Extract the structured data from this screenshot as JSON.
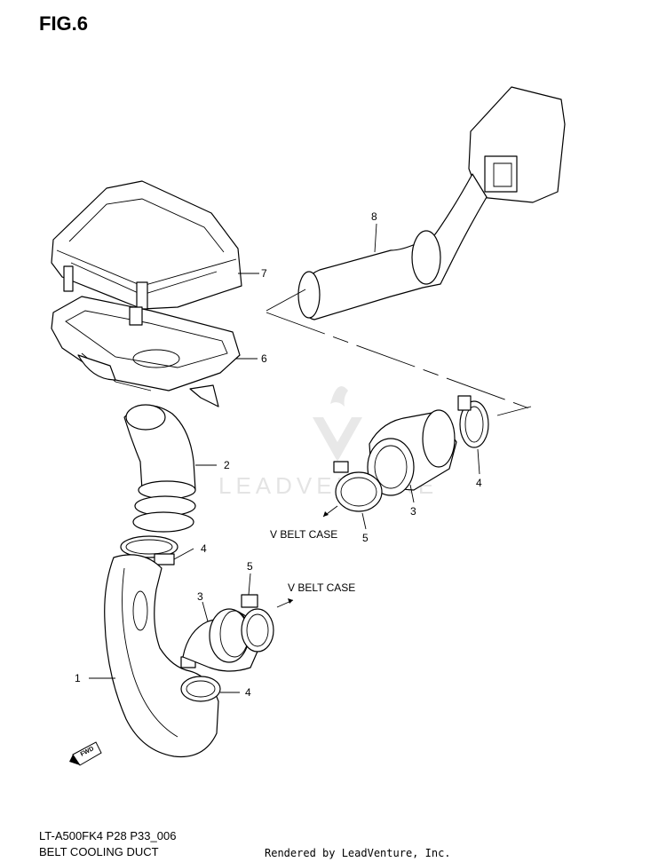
{
  "figure": {
    "title": "FIG.6",
    "code": "LT-A500FK4 P28 P33_006",
    "name": "BELT COOLING DUCT",
    "credit": "Rendered by LeadVenture, Inc.",
    "watermark": "LEADVENTURE"
  },
  "callouts": {
    "p1": "1",
    "p2": "2",
    "p3_lower": "3",
    "p3_upper": "3",
    "p4_lower_a": "4",
    "p4_lower_b": "4",
    "p4_upper": "4",
    "p5_lower": "5",
    "p5_upper": "5",
    "p6": "6",
    "p7": "7",
    "p8": "8"
  },
  "direction_labels": {
    "vbelt_lower": "V BELT CASE",
    "vbelt_upper": "V BELT CASE",
    "fwd": "FWD"
  }
}
